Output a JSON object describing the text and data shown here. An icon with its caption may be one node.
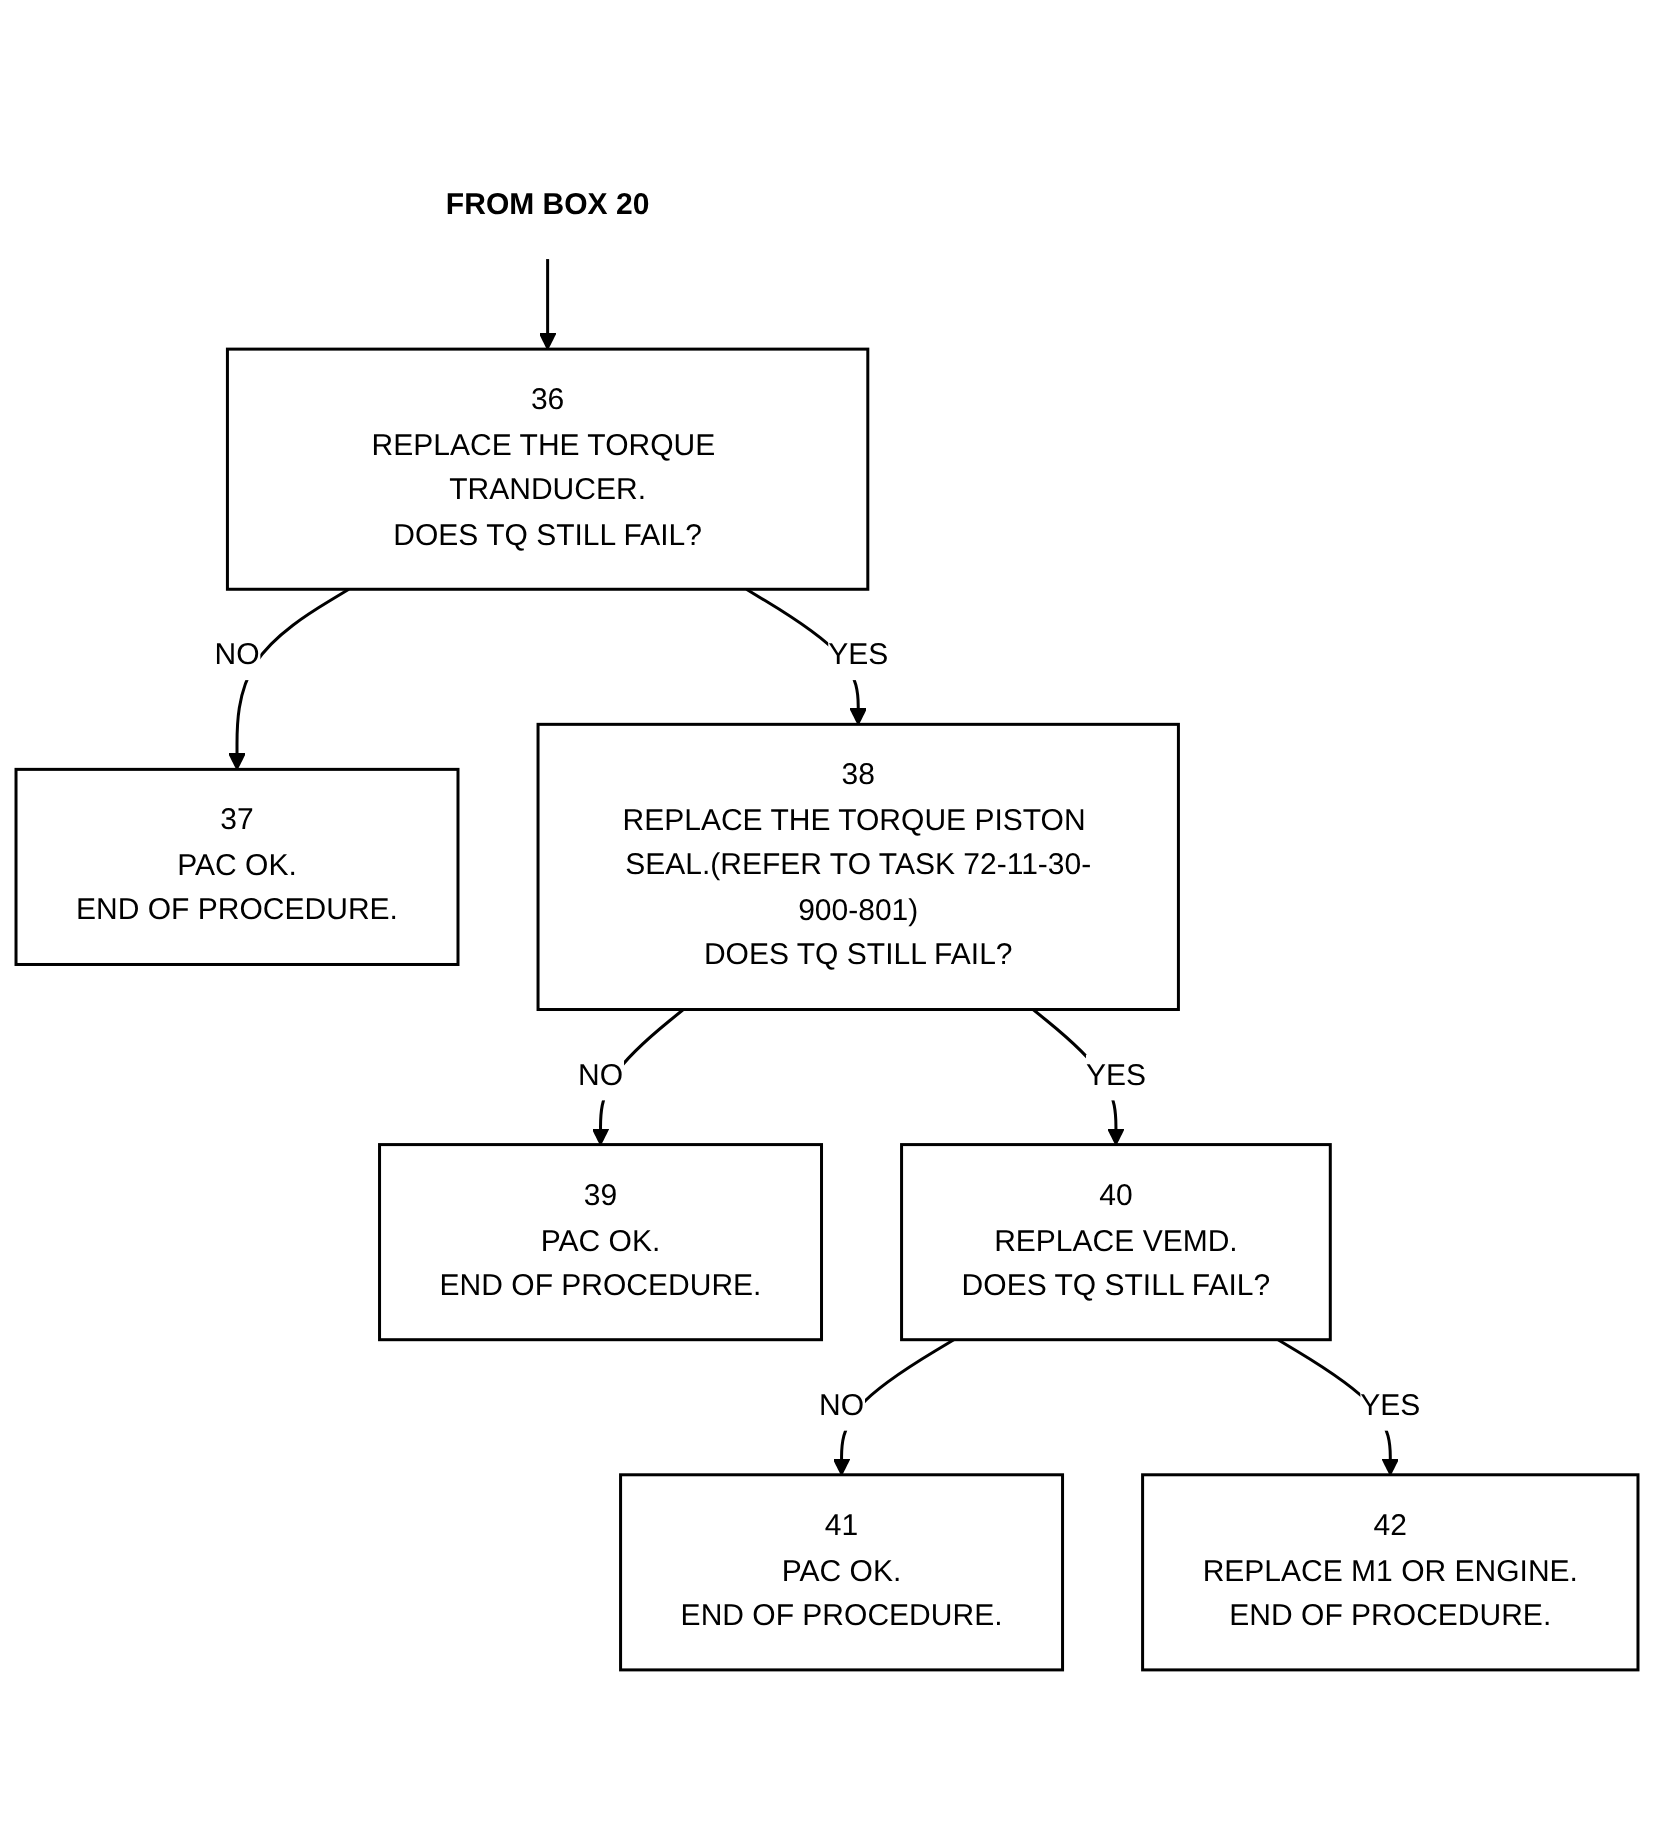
{
  "diagram": {
    "nodes": [
      {
        "text": [
          "FROM BOX 20"
        ]
      },
      {
        "text": [
          "36",
          "REPLACE THE TORQUE TRANDUCER.",
          "DOES TQ STILL FAIL?"
        ]
      },
      {
        "text": [
          "37",
          "PAC OK.",
          "END OF PROCEDURE."
        ]
      },
      {
        "text": [
          "38",
          "REPLACE THE TORQUE PISTON SEAL.(REFER TO TASK 72-11-30-900-801)",
          "DOES TQ STILL FAIL?"
        ]
      },
      {
        "text": [
          "39",
          "PAC OK.",
          "END OF PROCEDURE."
        ]
      },
      {
        "text": [
          "40",
          "REPLACE VEMD.",
          "DOES TQ STILL FAIL?"
        ]
      },
      {
        "text": [
          "41",
          "PAC OK.",
          "END OF PROCEDURE."
        ]
      },
      {
        "text": [
          "42",
          "REPLACE M1 OR ENGINE.",
          "END OF PROCEDURE."
        ]
      }
    ],
    "edges": [
      {
        "from": 0,
        "to": 1,
        "arrow": "to"
      },
      {
        "from": 1,
        "to": 2,
        "arrow": "to",
        "label": "NO"
      },
      {
        "from": 1,
        "to": 3,
        "arrow": "to",
        "label": "YES"
      },
      {
        "from": 3,
        "to": 4,
        "arrow": "to",
        "label": "NO"
      },
      {
        "from": 3,
        "to": 5,
        "arrow": "to",
        "label": "YES"
      },
      {
        "from": 5,
        "to": 6,
        "arrow": "to",
        "label": "NO"
      },
      {
        "from": 5,
        "to": 7,
        "arrow": "to",
        "label": "YES"
      }
    ]
  }
}
